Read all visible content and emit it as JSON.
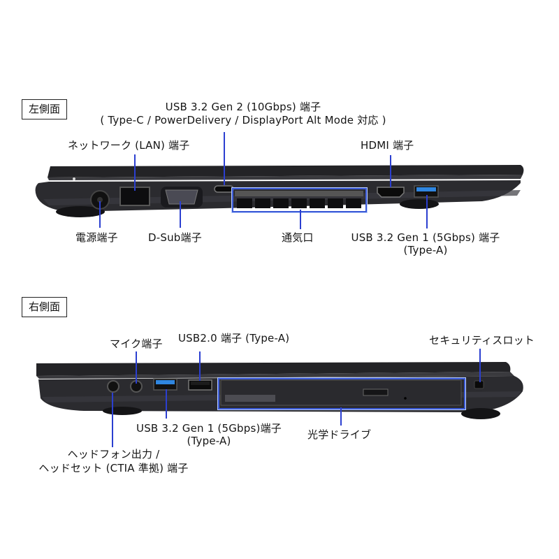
{
  "left_side": {
    "section_label": "左側面",
    "callouts": {
      "usb_c": {
        "line1": "USB 3.2 Gen 2 (10Gbps) 端子",
        "line2": "( Type-C / PowerDelivery / DisplayPort Alt Mode 対応 )"
      },
      "lan": {
        "label": "ネットワーク (LAN) 端子"
      },
      "hdmi": {
        "label": "HDMI 端子"
      },
      "power": {
        "label": "電源端子"
      },
      "dsub": {
        "label": "D-Sub端子"
      },
      "vent": {
        "label": "通気口"
      },
      "usb_a": {
        "line1": "USB 3.2 Gen 1 (5Gbps) 端子",
        "line2": "(Type-A)"
      }
    }
  },
  "right_side": {
    "section_label": "右側面",
    "callouts": {
      "mic": {
        "label": "マイク端子"
      },
      "usb2": {
        "label": "USB2.0 端子 (Type-A)"
      },
      "security": {
        "label": "セキュリティスロット"
      },
      "usb_a": {
        "line1": "USB 3.2 Gen 1 (5Gbps)端子",
        "line2": "(Type-A)"
      },
      "optical": {
        "label": "光学ドライブ"
      },
      "headphone": {
        "line1": "ヘッドフォン出力 /",
        "line2": "ヘッドセット (CTIA 準拠) 端子"
      }
    }
  },
  "colors": {
    "leader_line": "#2b3fd0",
    "highlight_box": "#3a59d6",
    "laptop_body": "#2a2a2d",
    "usb3_port": "#2f86e0"
  }
}
